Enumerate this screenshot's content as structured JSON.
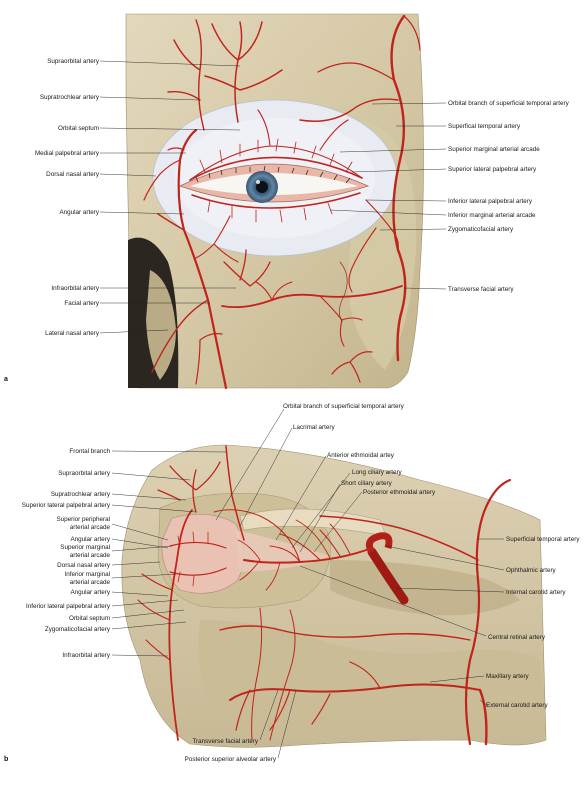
{
  "panels": [
    {
      "letter": "a",
      "labels_left": [
        "Supraorbital artery",
        "Supratrochlear artery",
        "Orbital septum",
        "Medial palpebral artery",
        "Dorsal nasal artery",
        "Angular artery",
        "Infraorbital artery",
        "Facial artery",
        "Lateral nasal artery"
      ],
      "labels_right": [
        "Orbital branch of superficial temporal artery",
        "Superfical temporal artery",
        "Superior marginal arterial arcade",
        "Superior lateral palpebral artery",
        "Inferior lateral palpebral artery",
        "Inferior marginal arterial arcade",
        "Zygomaticofacial artery",
        "Transverse facial artery"
      ]
    },
    {
      "letter": "b",
      "labels_top": [
        "Orbital branch of superficial temporal artery",
        "Lacrimal artery",
        "Anterior ethmoidal artey",
        "Long ciliary artery",
        "Short ciliary artery",
        "Posterior ethmoidal artery"
      ],
      "labels_left": [
        "Frontal branch",
        "Supraorbital artery",
        "Supratrochlear artery",
        "Superior lateral palpebral artery",
        "Superior peripheral",
        "arterial arcade",
        "Angular artery",
        "Superior marginal",
        "arterial arcade",
        "Dorsal nasal artery",
        "Inferior marginal",
        "arterial arcade",
        "Angular artery",
        "Inferior lateral palpebral artery",
        "Orbital septum",
        "Zygomaticofacial artery",
        "Infraorbital artery"
      ],
      "labels_right": [
        "Superficial temporal artery",
        "Ophthalmic artery",
        "Internal carotid artery",
        "Central retinal artery",
        "Maxillary artery",
        "External carotid artery"
      ],
      "labels_bottom": [
        "Transverse facial artery",
        "Posterior superior alveolar artery"
      ]
    }
  ]
}
